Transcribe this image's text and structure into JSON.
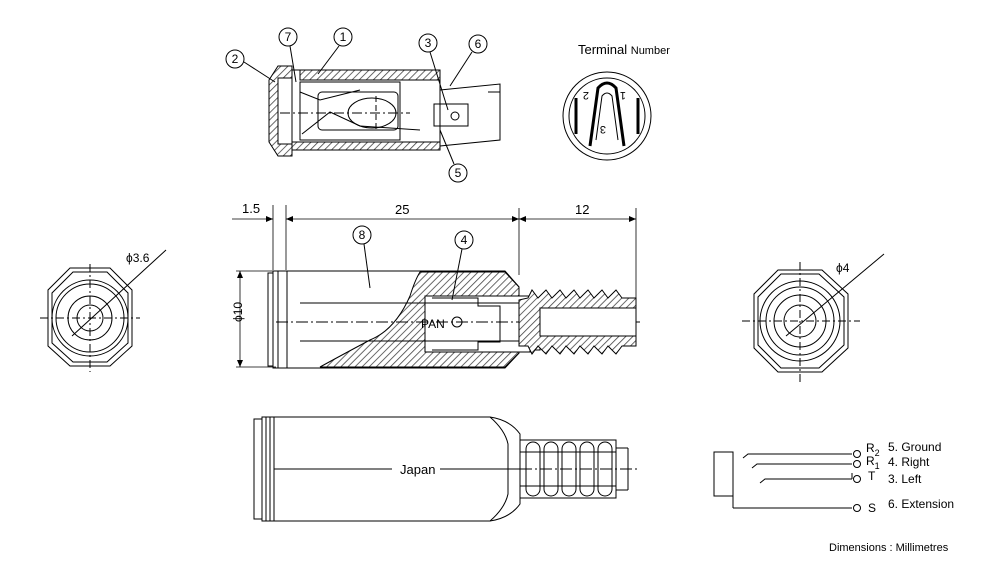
{
  "callouts": {
    "c1": "1",
    "c2": "2",
    "c3": "3",
    "c4": "4",
    "c5": "5",
    "c6": "6",
    "c7": "7",
    "c8": "8"
  },
  "terminal": {
    "title": "Terminal",
    "subtitle": "Number",
    "n1": "1",
    "n2": "2",
    "n3": "3"
  },
  "dimensions": {
    "d15": "1.5",
    "d25": "25",
    "d12": "12",
    "phi10": "ϕ10",
    "phi36": "ϕ3.6",
    "phi4": "ϕ4"
  },
  "markings": {
    "pan": "PAN",
    "japan": "Japan"
  },
  "schematic": {
    "r2": "R",
    "r2_sub": "2",
    "r1": "R",
    "r1_sub": "1",
    "t": "T",
    "s": "S",
    "ground": "5. Ground",
    "right": "4. Right",
    "left": "3. Left",
    "extension": "6. Extension"
  },
  "footer": {
    "units": "Dimensions : Millimetres"
  }
}
